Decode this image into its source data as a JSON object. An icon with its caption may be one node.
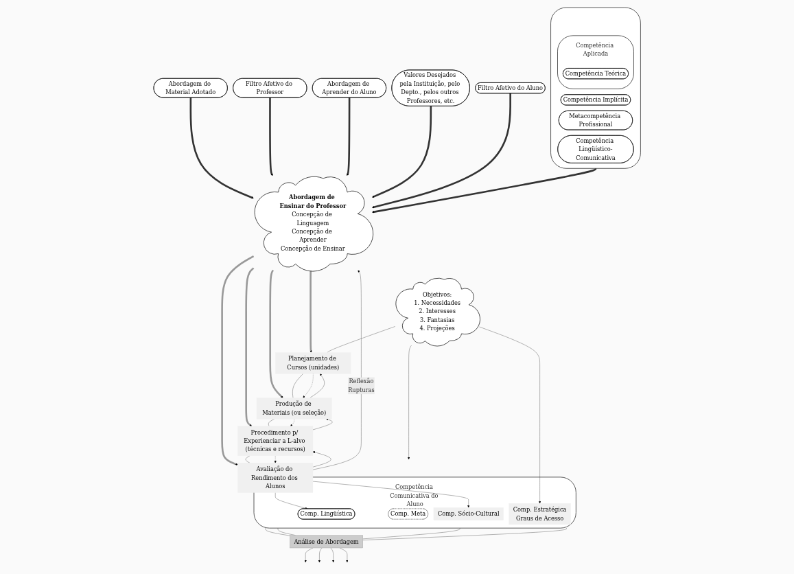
{
  "diagram": {
    "nodes": [
      {
        "text": [],
        "shape": "ellipse"
      },
      {
        "text": [
          "Competência Implícita"
        ],
        "in": 0
      },
      {
        "text": [
          "Metacompetência Profissional"
        ],
        "in": 0
      },
      {
        "text": [
          "Competência Aplicada"
        ],
        "in": 0
      },
      {
        "text": [
          "Competência Teórica"
        ],
        "in": 3
      },
      {
        "text": [
          "Competência Lingüístico-Comunicativa"
        ],
        "in": 0
      },
      {
        "text": [
          "Abordagem do Material Adotado"
        ]
      },
      {
        "text": [
          "Filtro Afetivo do Professor"
        ]
      },
      {
        "text": [
          "Abordagem de Aprender do Aluno"
        ]
      },
      {
        "text": [
          "Valores Desejados pela Instituição, pelo Depto., pelos outros Professores, etc."
        ]
      },
      {
        "text": [
          "Filtro Afetivo do Aluno"
        ]
      },
      {
        "text": [
          "Abordagem de Ensinar do Professor",
          "Concepção de Linguagem",
          "Concepção de Aprender",
          "Concepção de Ensinar"
        ]
      },
      {
        "text": [
          "Objetivos:",
          "1. Necessidades",
          "2. Interesses",
          "3. Fantasias",
          "4. Projeções"
        ]
      },
      {
        "text": [
          "Planejamento de Cursos (unidades)"
        ]
      },
      {
        "text": [
          "Produção de Materiais (ou seleção)"
        ]
      },
      {
        "text": [
          "Procedimento p/ Experienciar a L-alvo (técnicas e recursos)"
        ]
      },
      {
        "text": [
          "Avaliação do Rendimento dos Alunos"
        ]
      },
      {
        "text": [
          "Competência Comunicativa do Aluno"
        ]
      },
      {
        "text": [
          "Comp. Lingüística"
        ],
        "in": 17
      },
      {
        "text": [
          "Comp. Meta"
        ],
        "in": 17
      },
      {
        "text": [
          "Comp. Sócio-Cultural"
        ],
        "in": 17
      },
      {
        "text": [
          "Comp. Estratégica",
          "Graus de Acesso"
        ],
        "in": 17
      },
      {
        "text": [
          "Análise de Abordagem"
        ]
      }
    ],
    "edges": [
      {
        "from": 0,
        "to": 11,
        "arrow": "to",
        "style": "thick"
      },
      {
        "from": 6,
        "to": 11,
        "arrow": "to",
        "style": "thick"
      },
      {
        "from": 7,
        "to": 11,
        "arrow": "to",
        "style": "thick"
      },
      {
        "from": 8,
        "to": 11,
        "arrow": "to",
        "style": "thick"
      },
      {
        "from": 9,
        "to": 11,
        "arrow": "to",
        "style": "thick"
      },
      {
        "from": 10,
        "to": 11,
        "arrow": "to",
        "style": "thick"
      },
      {
        "from": 11,
        "to": 13,
        "arrow": "to",
        "style": "thick",
        "color": "#999999"
      },
      {
        "from": 11,
        "to": 14,
        "arrow": "to",
        "style": "thick",
        "color": "#999999"
      },
      {
        "from": 11,
        "to": 15,
        "arrow": "to",
        "style": "thick",
        "color": "#999999"
      },
      {
        "from": 11,
        "to": 16,
        "arrow": "to",
        "style": "thick",
        "color": "#999999"
      },
      {
        "from": 12,
        "to": 13,
        "arrow": "none"
      },
      {
        "from": 13,
        "to": 14,
        "arrow": "none"
      },
      {
        "from": 14,
        "to": 15,
        "arrow": "none"
      },
      {
        "from": 15,
        "to": 16,
        "arrow": "none"
      },
      {
        "from": 14,
        "to": 13,
        "arrow": "to"
      },
      {
        "from": 15,
        "to": 14,
        "arrow": "to"
      },
      {
        "from": 16,
        "to": 15,
        "arrow": "to"
      },
      {
        "from": 13,
        "to": 14,
        "arrow": "to",
        "style": "dashed"
      },
      {
        "from": 14,
        "to": 15,
        "arrow": "to",
        "style": "dashed"
      },
      {
        "from": 15,
        "to": 16,
        "arrow": "to",
        "style": "dashed"
      },
      {
        "from": 12,
        "to": 17,
        "arrow": "to"
      },
      {
        "from": 16,
        "to": 18,
        "arrow": "to"
      },
      {
        "from": 16,
        "to": 20,
        "arrow": "to"
      },
      {
        "from": 12,
        "to": 21,
        "arrow": "to"
      },
      {
        "from": 16,
        "to": 11,
        "arrow": "to",
        "label": "Reflexão Rupturas"
      },
      {
        "from": 17,
        "to": 22,
        "arrow": "none"
      },
      {
        "from": 17,
        "to": 22,
        "arrow": "none"
      },
      {
        "from": 17,
        "to": 22,
        "arrow": "none"
      },
      {
        "from": 17,
        "to": 22,
        "arrow": "none"
      },
      {
        "from": 22,
        "to": null,
        "arrow": "to"
      },
      {
        "from": 22,
        "to": null,
        "arrow": "to"
      },
      {
        "from": 22,
        "to": null,
        "arrow": "to"
      },
      {
        "from": 22,
        "to": null,
        "arrow": "to"
      }
    ]
  }
}
